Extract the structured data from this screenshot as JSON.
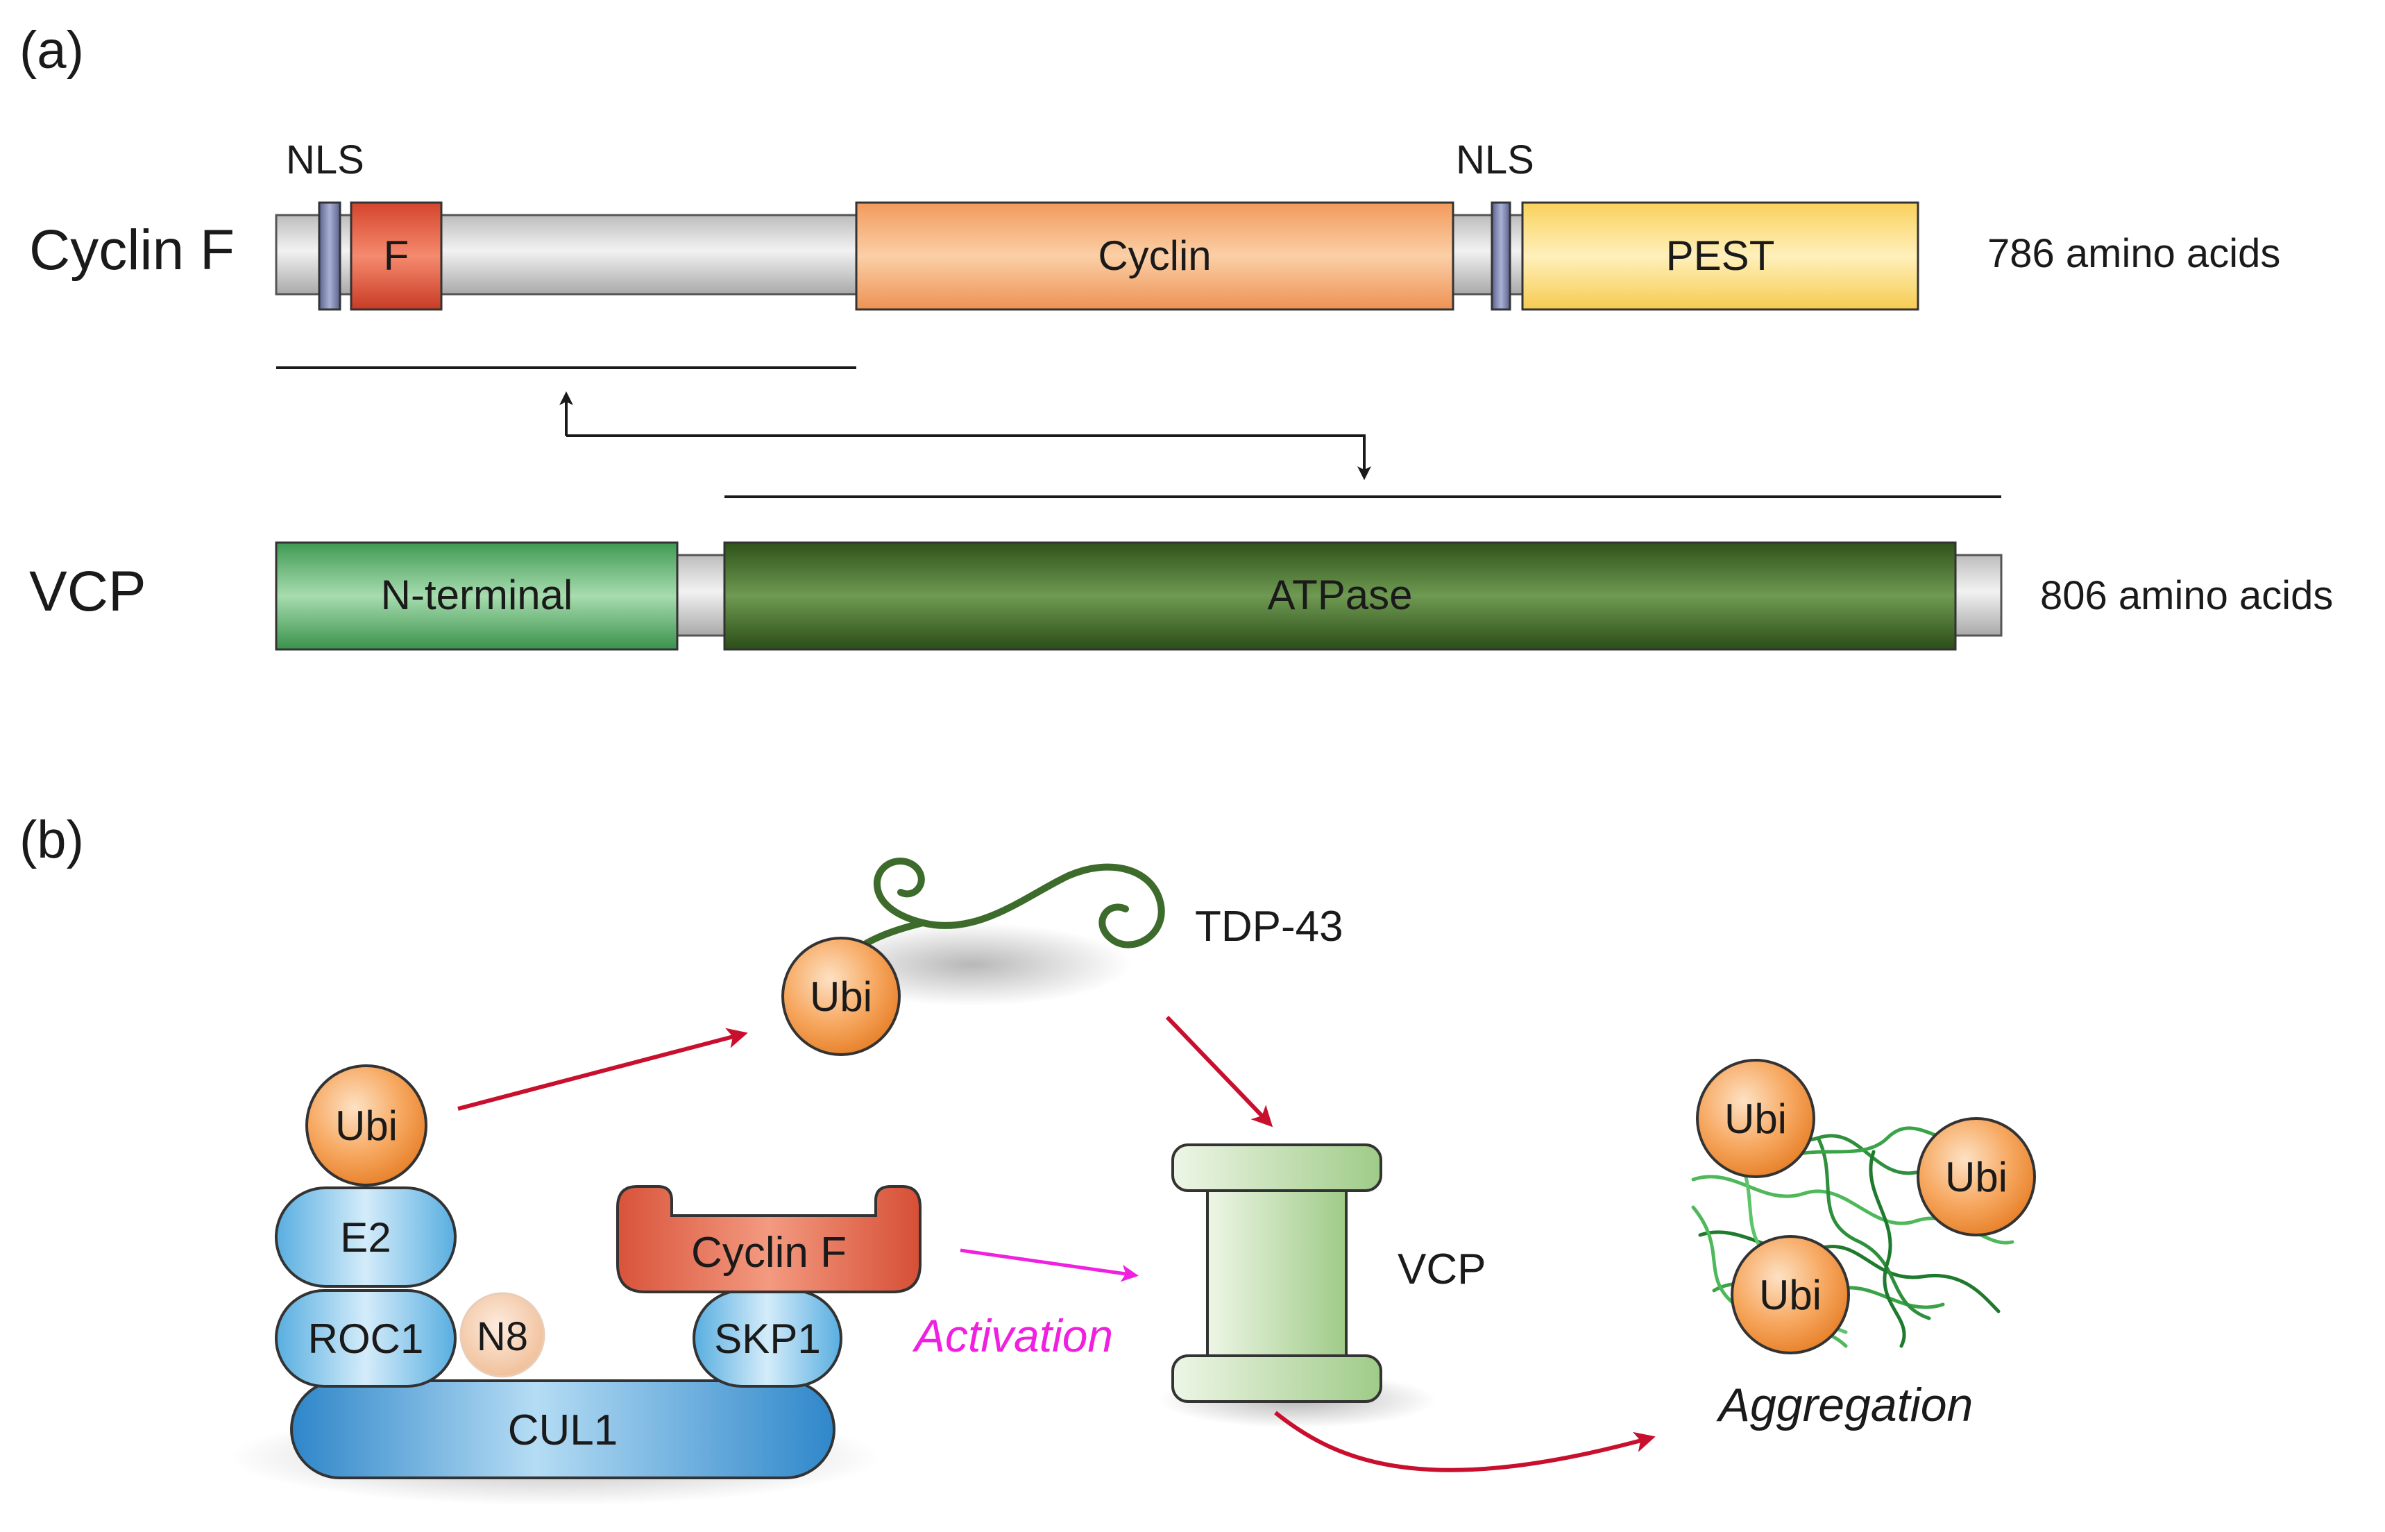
{
  "panel_a": {
    "label": "(a)",
    "cyclin_f": {
      "name": "Cyclin F",
      "length_text": "786 amino acids",
      "nls_left": "NLS",
      "nls_right": "NLS",
      "domain_f": "F",
      "domain_cyclin": "Cyclin",
      "domain_pest": "PEST"
    },
    "vcp": {
      "name": "VCP",
      "length_text": "806 amino acids",
      "domain_nterm": "N-terminal",
      "domain_atpase": "ATPase"
    }
  },
  "panel_b": {
    "label": "(b)",
    "tdp43": "TDP-43",
    "ubi": "Ubi",
    "e2": "E2",
    "roc1": "ROC1",
    "n8": "N8",
    "cul1": "CUL1",
    "skp1": "SKP1",
    "cyclin_f": "Cyclin F",
    "activation": "Activation",
    "vcp": "VCP",
    "aggregation": "Aggregation"
  },
  "colors": {
    "backbone": "#cfcfcf",
    "nls": "#7c84b0",
    "f_box": "#e9644a",
    "cyclin": "#f6b27e",
    "pest": "#fde28c",
    "n_terminal": "#5fb46e",
    "atpase": "#3f6a25",
    "ubi": "#f08a35",
    "complex_blue": "#3d93cf",
    "n8": "#f4c9a6",
    "arrow_red": "#c8102e",
    "activation_magenta": "#f020e0",
    "tdp43_green": "#3d6b2c"
  }
}
